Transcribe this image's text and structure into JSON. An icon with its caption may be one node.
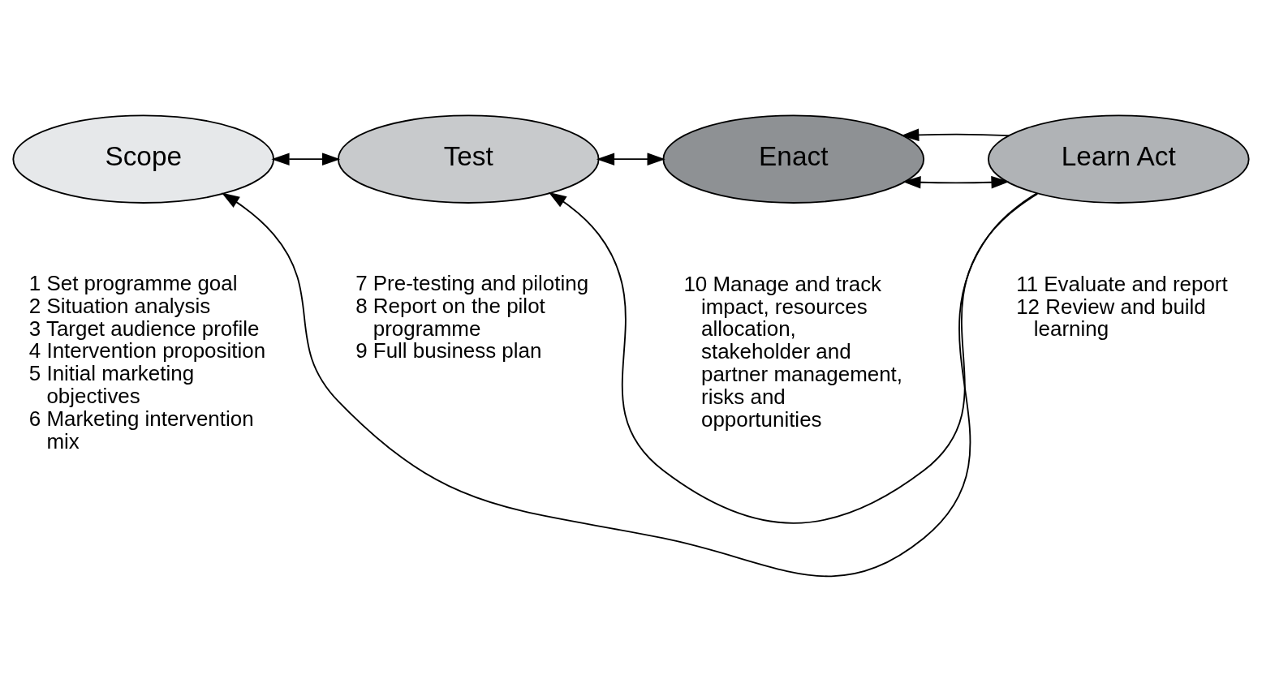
{
  "diagram": {
    "nodes": [
      {
        "text": [
          "Scope"
        ],
        "beside": [
          "1 Set programme goal",
          "2 Situation analysis",
          "3 Target audience profile",
          "4 Intervention proposition",
          "5 Initial marketing objectives",
          "6 Marketing intervention mix"
        ]
      },
      {
        "text": [
          "Test"
        ],
        "beside": [
          "7 Pre-testing and piloting",
          "8 Report on the pilot programme",
          "9 Full business plan"
        ]
      },
      {
        "text": [
          "Enact"
        ],
        "beside": [
          "10 Manage and track impact, resources allocation, stakeholder and partner management, risks and opportunities"
        ]
      },
      {
        "text": [
          "Learn Act"
        ],
        "beside": [
          "11 Evaluate and report",
          "12 Review and build learning"
        ]
      }
    ],
    "edges": [
      {
        "from": 0,
        "to": 1,
        "arrow": "both"
      },
      {
        "from": 1,
        "to": 2,
        "arrow": "both"
      },
      {
        "from": 2,
        "to": 3,
        "arrow": "both"
      },
      {
        "from": 3,
        "to": 0,
        "arrow": "to"
      },
      {
        "from": 3,
        "to": 1,
        "arrow": "to"
      },
      {
        "from": 3,
        "to": 2,
        "arrow": "to"
      }
    ]
  }
}
